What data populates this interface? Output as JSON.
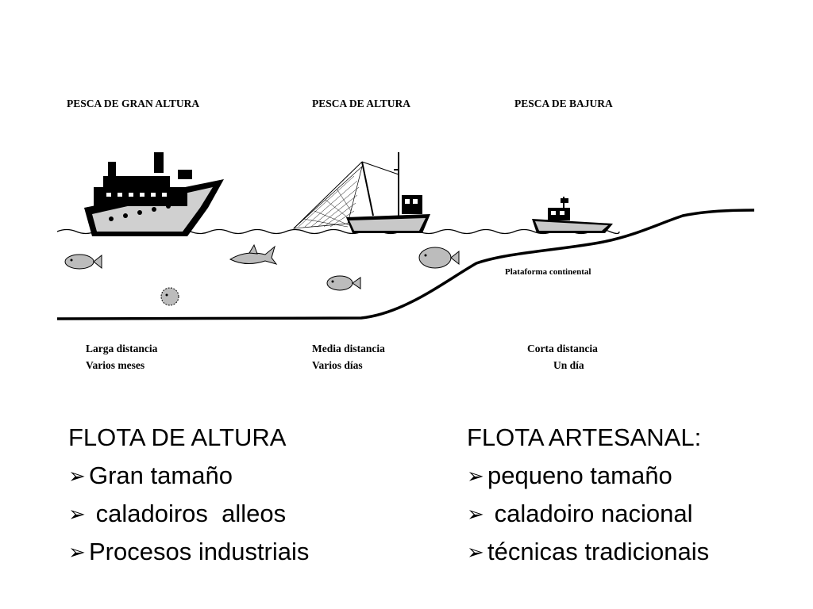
{
  "diagram": {
    "zones": [
      {
        "title": "PESCA DE GRAN ALTURA",
        "distance": "Larga distancia",
        "duration": "Varios meses"
      },
      {
        "title": "PESCA DE ALTURA",
        "distance": "Media distancia",
        "duration": "Varios días"
      },
      {
        "title": "PESCA DE BAJURA",
        "distance": "Corta distancia",
        "duration": "Un día"
      }
    ],
    "shelf_label": "Plataforma continental"
  },
  "lists": {
    "left": {
      "title": "FLOTA DE ALTURA",
      "items": [
        "Gran tamaño",
        " caladoiros  alleos",
        "Procesos industriais"
      ]
    },
    "right": {
      "title": "FLOTA ARTESANAL:",
      "items": [
        "pequeno tamaño",
        " caladoiro nacional",
        "técnicas tradicionais"
      ]
    }
  },
  "bullet_glyph": "➢",
  "colors": {
    "ink": "#000000",
    "hull_light": "#c8c8c8",
    "water_fill": "#ffffff"
  }
}
